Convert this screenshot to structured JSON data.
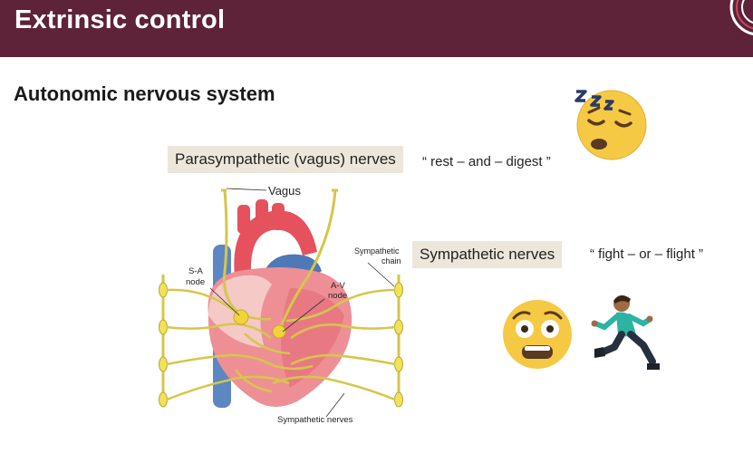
{
  "header": {
    "title": "Extrinsic control"
  },
  "slide": {
    "subtitle": "Autonomic nervous system"
  },
  "parasympathetic": {
    "label": "Parasympathetic (vagus) nerves",
    "quote": "“ rest – and – digest ”"
  },
  "sympathetic": {
    "label": "Sympathetic nerves",
    "quote": "“ fight – or – flight ”"
  },
  "diagram": {
    "vagus": "Vagus",
    "sa_node_line1": "S-A",
    "sa_node_line2": "node",
    "av_node_line1": "A-V",
    "av_node_line2": "node",
    "sympathetic_chain_line1": "Sympathetic",
    "sympathetic_chain_line2": "chain",
    "sympathetic_nerves": "Sympathetic nerves"
  },
  "icons": {
    "sleeping": "sleeping-face-icon",
    "fear": "frightened-face-icon",
    "runner": "running-person-icon"
  },
  "colors": {
    "header": "#5e2239",
    "tag_background": "#ede6da",
    "nerve": "#d6c64a",
    "emoji": "#f6c945"
  }
}
